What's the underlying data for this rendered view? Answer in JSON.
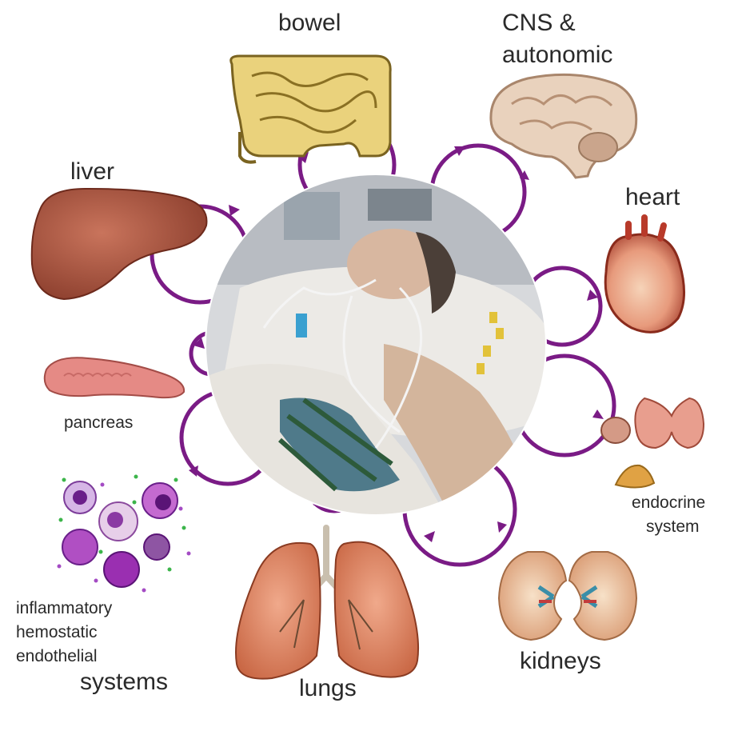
{
  "organs": {
    "bowel": "bowel",
    "cns_line1": "CNS &",
    "cns_line2": "autonomic",
    "heart": "heart",
    "liver": "liver",
    "pancreas": "pancreas",
    "endocrine_line1": "endocrine",
    "endocrine_line2": "system",
    "kidneys": "kidneys",
    "lungs": "lungs",
    "inflammatory_line1": "inflammatory",
    "inflammatory_line2": "hemostatic",
    "inflammatory_line3": "endothelial",
    "systems": "systems"
  },
  "colors": {
    "cycle_arrow": "#7a1b85",
    "organ_tissue": "#d9806a",
    "background": "#ffffff"
  },
  "icons": {
    "center": "icu-patient-photo",
    "cycle": "circular-arrow-icon"
  }
}
